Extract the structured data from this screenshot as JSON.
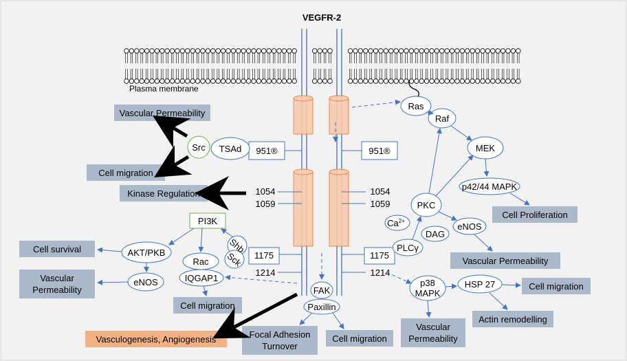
{
  "title": "VEGFR-2",
  "membrane_label": "Plasma membrane",
  "colors": {
    "background": "#f2f2f2",
    "outcome_box": "#acb9ca",
    "angiogenesis_box": "#f4b183",
    "receptor_line": "#4472c4",
    "helix_fill": "#f8cbad",
    "helix_stroke": "#ed7d31",
    "node_stroke": "#4472c4",
    "pi3k_stroke": "#70ad47",
    "arrow": "#4472c4",
    "bold_arrow": "#000000"
  },
  "outcomes": {
    "vascular_permeability_top": "Vascular Permeability",
    "cell_migration_src": "Cell migration",
    "kinase_regulation": "Kinase Regulation",
    "cell_survival": "Cell survival",
    "vascular_permeability_left_1": "Vascular",
    "vascular_permeability_left_2": "Permeability",
    "cell_migration_iqgap": "Cell migration",
    "vasculogenesis": "Vasculogenesis, Angiogenesis",
    "focal_adhesion_1": "Focal Adhesion",
    "focal_adhesion_2": "Turnover",
    "cell_migration_paxillin": "Cell migration",
    "cell_proliferation": "Cell Proliferation",
    "vascular_permeability_enos_right": "Vascular Permeability",
    "vascular_permeability_p38_1": "Vascular",
    "vascular_permeability_p38_2": "Permeability",
    "cell_migration_hsp27": "Cell migration",
    "actin_remodelling": "Actin remodelling"
  },
  "nodes": {
    "src": "Src",
    "tsad": "TSAd",
    "pi3k": "PI3K",
    "akt": "AKT/PKB",
    "enos_left": "eNOS",
    "rac": "Rac",
    "iqgap1": "IQGAP1",
    "shb": "Shb",
    "sck": "Sck",
    "fak": "FAK",
    "paxillin": "Paxillin",
    "ras": "Ras",
    "raf": "Raf",
    "mek": "MEK",
    "p4244": "p42/44 MAPK",
    "pkc": "PKC",
    "ca": "Ca",
    "ca_sup": "2+",
    "dag": "DAG",
    "enos_right": "eNOS",
    "plcg": "PLCγ",
    "p38_1": "p38",
    "p38_2": "MAPK",
    "hsp27": "HSP 27"
  },
  "residues": {
    "y951_left": "951®",
    "y951_right": "951®",
    "y1054_left": "1054",
    "y1059_left": "1059",
    "y1054_right": "1054",
    "y1059_right": "1059",
    "y1175_left": "1175",
    "y1175_right": "1175",
    "y1214_left": "1214",
    "y1214_right": "1214"
  }
}
